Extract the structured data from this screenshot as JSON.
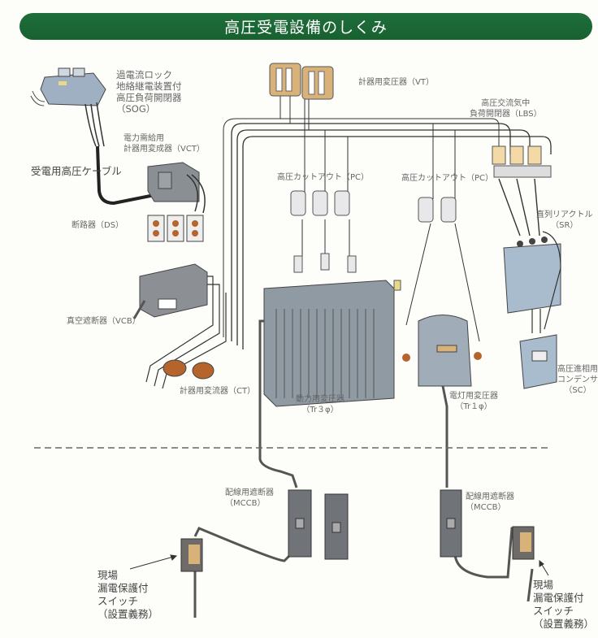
{
  "title": "高圧受電設備のしくみ",
  "colors": {
    "title_bar": "#1a6834",
    "equipment_gray": "#8f9aa3",
    "equipment_blue": "#a9bccd",
    "ct_orange": "#b5652b",
    "vt_tan": "#d9b27a",
    "wire": "#333333"
  },
  "labels": {
    "sog": [
      "過電流ロック",
      "地絡継電装置付",
      "高圧負荷開閉器",
      "（SOG）"
    ],
    "vt": "計器用変圧器（VT）",
    "lbs": [
      "高圧交流気中",
      "負荷開閉器（LBS）"
    ],
    "vct": [
      "電力需給用",
      "計器用変成器（VCT）"
    ],
    "cable": "受電用高圧ケーブル",
    "pc_left": "高圧カットアウト（PC）",
    "pc_right": "高圧カットアウト（PC）",
    "ds": "断路器（DS）",
    "sr": [
      "直列リアクトル",
      "（SR）"
    ],
    "vcb": "真空遮断器（VCB）",
    "sc": [
      "高圧進相用",
      "コンデンサ",
      "（SC）"
    ],
    "ct": "計器用変流器（CT）",
    "tr3": [
      "動力用変圧器",
      "（Tr３φ）"
    ],
    "tr1": [
      "電灯用変圧器",
      "（Tr１φ）"
    ],
    "mccb_left": [
      "配線用遮断器",
      "（MCCB）"
    ],
    "mccb_right": [
      "配線用遮断器",
      "（MCCB）"
    ],
    "elcb_left": [
      "現場",
      "漏電保護付",
      "スイッチ",
      "（設置義務）"
    ],
    "elcb_right": [
      "現場",
      "漏電保護付",
      "スイッチ",
      "（設置義務）"
    ]
  }
}
